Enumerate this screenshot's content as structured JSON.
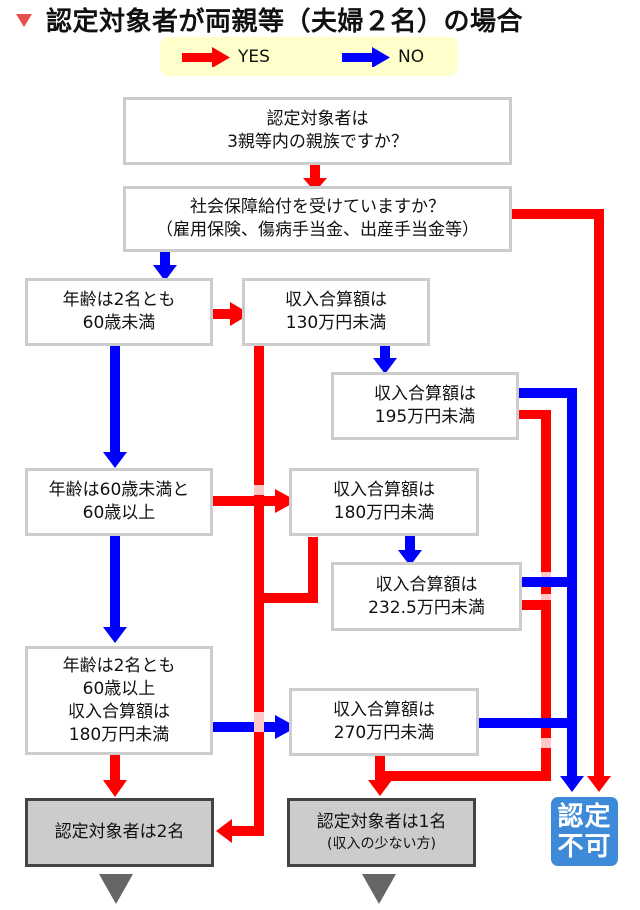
{
  "title": "認定対象者が両親等（夫婦２名）の場合",
  "legend": {
    "yes_label": "YES",
    "no_label": "NO",
    "yes_color": "#ff0000",
    "no_color": "#0000ff"
  },
  "nodes": {
    "q_relative": [
      "認定対象者は",
      "3親等内の親族ですか？"
    ],
    "q_social_benefit": [
      "社会保障給付を受けていますか？",
      "（雇用保険、傷病手当金、出産手当金等）"
    ],
    "q_age_both_under60": [
      "年齢は2名とも",
      "60歳未満"
    ],
    "q_income_130": [
      "収入合算額は",
      "130万円未満"
    ],
    "q_income_195": [
      "収入合算額は",
      "195万円未満"
    ],
    "q_age_mixed": [
      "年齢は60歳未満と",
      "60歳以上"
    ],
    "q_income_180": [
      "収入合算額は",
      "180万円未満"
    ],
    "q_income_232_5": [
      "収入合算額は",
      "232.5万円未満"
    ],
    "q_age_both_over60": [
      "年齢は2名とも",
      "60歳以上",
      "収入合算額は",
      "180万円未満"
    ],
    "q_income_270": [
      "収入合算額は",
      "270万円未満"
    ]
  },
  "results": {
    "two_persons": "認定対象者は2名",
    "one_person": "認定対象者は1名",
    "one_person_note": "(収入の少ない方)",
    "not_approved": [
      "認定",
      "不可"
    ]
  },
  "colors": {
    "yes": "#ff0000",
    "no": "#0000ff",
    "box_border": "#cccccc",
    "result_fill": "#cccccc",
    "result_border": "#444444",
    "not_approved_fill": "#3d8ad9",
    "legend_bg": "#ffffcc",
    "title_marker": "#e85050"
  }
}
